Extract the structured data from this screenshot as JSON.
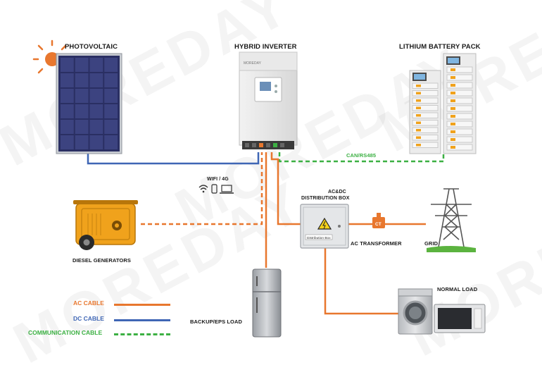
{
  "watermark": "MOREDAY",
  "labels": {
    "photovoltaic": "PHOTOVOLTAIC",
    "hybrid_inverter": "HYBRID INVERTER",
    "lithium_battery_pack": "LITHIUM BATTERY PACK",
    "can_rs485": "CAN/RS485",
    "wifi_4g": "WIFI / 4G",
    "acdc_line1": "AC&DC",
    "acdc_line2": "DISTRIBUTION BOX",
    "distribution_box_plate": "Distribution Box",
    "ct": "CT",
    "ac_transformer": "AC TRANSFORMER",
    "grid": "GRID",
    "diesel_generators": "DIESEL GENERATORS",
    "normal_load": "NORMAL LOAD",
    "backup_eps_load": "BACKUP/EPS LOAD",
    "inverter_brand": "MOREDAY"
  },
  "legend": [
    {
      "label": "AC CABLE",
      "color": "#e8772e",
      "style": "solid"
    },
    {
      "label": "DC CABLE",
      "color": "#3f66b5",
      "style": "solid"
    },
    {
      "label": "COMMUNICATION CABLE",
      "color": "#3cb043",
      "style": "dashed"
    }
  ],
  "colors": {
    "ac": "#e8772e",
    "dc": "#3f66b5",
    "comm": "#3cb043",
    "generator": "#f0a21c"
  }
}
